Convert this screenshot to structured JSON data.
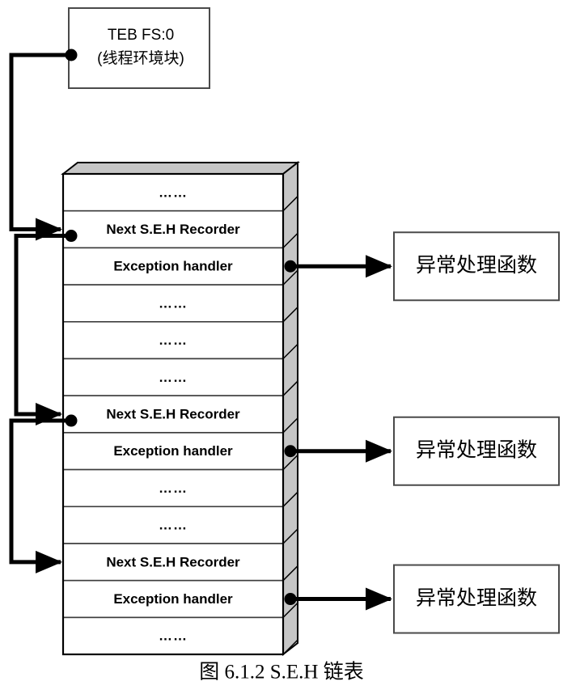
{
  "figure": {
    "caption": "图 6.1.2   S.E.H 链表",
    "colors": {
      "stack_side_face": "#c6c6c6",
      "stack_top_face": "#c6c6c6",
      "row_fill": "#ffffff",
      "row_border": "#3c3c3c",
      "outline": "#000000",
      "connector": "#000000",
      "background": "#ffffff"
    }
  },
  "teb_box": {
    "line1": "TEB  FS:0",
    "line2": "(线程环境块)"
  },
  "stack": {
    "rows": [
      {
        "label": "……",
        "kind": "ellipsis"
      },
      {
        "label": "Next S.E.H Recorder",
        "kind": "next-record"
      },
      {
        "label": "Exception handler",
        "kind": "handler"
      },
      {
        "label": "……",
        "kind": "ellipsis"
      },
      {
        "label": "……",
        "kind": "ellipsis"
      },
      {
        "label": "……",
        "kind": "ellipsis"
      },
      {
        "label": "Next S.E.H Recorder",
        "kind": "next-record"
      },
      {
        "label": "Exception handler",
        "kind": "handler"
      },
      {
        "label": "……",
        "kind": "ellipsis"
      },
      {
        "label": "……",
        "kind": "ellipsis"
      },
      {
        "label": "Next S.E.H Recorder",
        "kind": "next-record"
      },
      {
        "label": "Exception handler",
        "kind": "handler"
      },
      {
        "label": "……",
        "kind": "ellipsis"
      }
    ]
  },
  "handler_boxes": [
    {
      "label": "异常处理函数"
    },
    {
      "label": "异常处理函数"
    },
    {
      "label": "异常处理函数"
    }
  ]
}
